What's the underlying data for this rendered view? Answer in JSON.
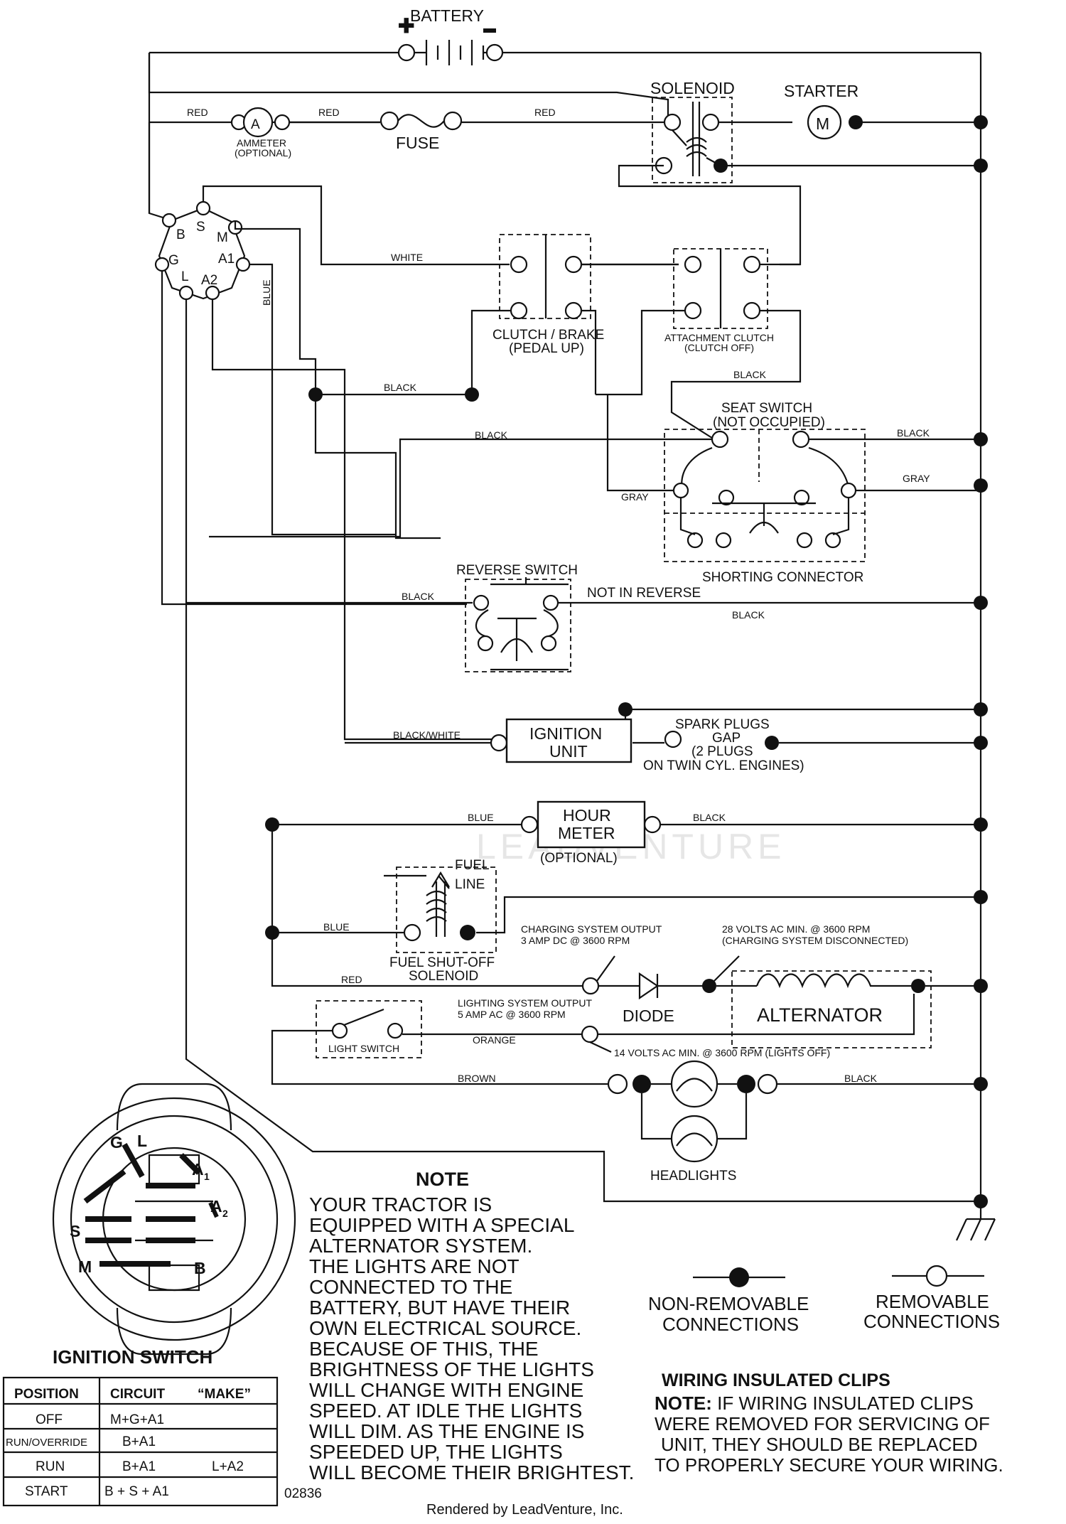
{
  "components": {
    "battery": "BATTERY",
    "solenoid": "SOLENOID",
    "starter": "STARTER",
    "starter_symbol": "M",
    "ammeter_symbol": "A",
    "ammeter_label_1": "AMMETER",
    "ammeter_label_2": "(OPTIONAL)",
    "fuse": "FUSE",
    "clutch_brake_1": "CLUTCH / BRAKE",
    "clutch_brake_2": "(PEDAL UP)",
    "attachment_clutch_1": "ATTACHMENT CLUTCH",
    "attachment_clutch_2": "(CLUTCH OFF)",
    "seat_switch_1": "SEAT SWITCH",
    "seat_switch_2": "(NOT OCCUPIED)",
    "shorting_connector": "SHORTING CONNECTOR",
    "reverse_switch": "REVERSE SWITCH",
    "not_in_reverse": "NOT IN REVERSE",
    "ignition_unit_1": "IGNITION",
    "ignition_unit_2": "UNIT",
    "spark_plugs_1": "SPARK PLUGS",
    "spark_plugs_2": "GAP",
    "spark_plugs_3": "(2 PLUGS",
    "spark_plugs_4": "ON TWIN CYL. ENGINES)",
    "hour_meter_1": "HOUR",
    "hour_meter_2": "METER",
    "hour_meter_3": "(OPTIONAL)",
    "fuel_line_1": "FUEL",
    "fuel_line_2": "LINE",
    "fuel_solenoid_1": "FUEL SHUT-OFF",
    "fuel_solenoid_2": "SOLENOID",
    "charging_output_1": "CHARGING SYSTEM OUTPUT",
    "charging_output_2": "3 AMP DC @ 3600 RPM",
    "volts28_1": "28 VOLTS AC MIN. @ 3600 RPM",
    "volts28_2": "(CHARGING SYSTEM DISCONNECTED)",
    "lighting_output_1": "LIGHTING SYSTEM OUTPUT",
    "lighting_output_2": "5 AMP AC @ 3600 RPM",
    "diode": "DIODE",
    "alternator": "ALTERNATOR",
    "light_switch": "LIGHT SWITCH",
    "volts14": "14 VOLTS AC MIN. @ 3600 RPM (LIGHTS OFF)",
    "headlights": "HEADLIGHTS"
  },
  "ignition_terminals": {
    "b": "B",
    "s": "S",
    "m": "M",
    "g": "G",
    "a1": "A1",
    "l": "L",
    "a2": "A2"
  },
  "wire_labels": {
    "red1": "RED",
    "red2": "RED",
    "red3": "RED",
    "red4": "RED",
    "white": "WHITE",
    "blue_vertical": "BLUE",
    "black1": "BLACK",
    "black2": "BLACK",
    "black3": "BLACK",
    "black4": "BLACK",
    "black5": "BLACK",
    "black6": "BLACK",
    "black7": "BLACK",
    "black8": "BLACK",
    "gray1": "GRAY",
    "gray2": "GRAY",
    "black_white": "BLACK/WHITE",
    "blue1": "BLUE",
    "blue2": "BLUE",
    "orange": "ORANGE",
    "brown": "BROWN"
  },
  "ignition_switch_face": {
    "g": "G",
    "l": "L",
    "a1": "A",
    "a1_sub": "1",
    "a2": "A",
    "a2_sub": "2",
    "s": "S",
    "m": "M",
    "b": "B"
  },
  "ignition_table": {
    "title": "IGNITION SWITCH",
    "headers": [
      "POSITION",
      "CIRCUIT",
      "“MAKE”"
    ],
    "rows": [
      {
        "position": "OFF",
        "circuit": "M+G+A1",
        "make": ""
      },
      {
        "position": "RUN/OVERRIDE",
        "circuit": "B+A1",
        "make": ""
      },
      {
        "position": "RUN",
        "circuit": "B+A1",
        "make": "L+A2"
      },
      {
        "position": "START",
        "circuit": "B + S + A1",
        "make": ""
      }
    ]
  },
  "note": {
    "title": "NOTE",
    "lines": [
      "YOUR TRACTOR IS",
      "EQUIPPED WITH A SPECIAL",
      "ALTERNATOR SYSTEM.",
      "THE LIGHTS ARE NOT",
      "CONNECTED TO THE",
      "BATTERY, BUT HAVE THEIR",
      "OWN ELECTRICAL SOURCE.",
      "BECAUSE OF THIS, THE",
      "BRIGHTNESS OF THE LIGHTS",
      "WILL CHANGE WITH ENGINE",
      "SPEED.  AT IDLE THE LIGHTS",
      "WILL DIM.  AS THE ENGINE IS",
      "SPEEDED UP, THE LIGHTS",
      "WILL BECOME THEIR BRIGHTEST."
    ]
  },
  "legend": {
    "non_removable_1": "NON-REMOVABLE",
    "non_removable_2": "CONNECTIONS",
    "removable_1": "REMOVABLE",
    "removable_2": "CONNECTIONS"
  },
  "clips": {
    "title": "WIRING INSULATED CLIPS",
    "note_label": "NOTE:",
    "line1": " IF WIRING INSULATED CLIPS",
    "line2": "WERE REMOVED FOR SERVICING OF",
    "line3": "UNIT, THEY SHOULD BE REPLACED",
    "line4": "TO PROPERLY SECURE YOUR WIRING."
  },
  "footer": {
    "part_number": "02836",
    "rendered_by": "Rendered by LeadVenture, Inc.",
    "watermark": "LEADVENTURE"
  }
}
